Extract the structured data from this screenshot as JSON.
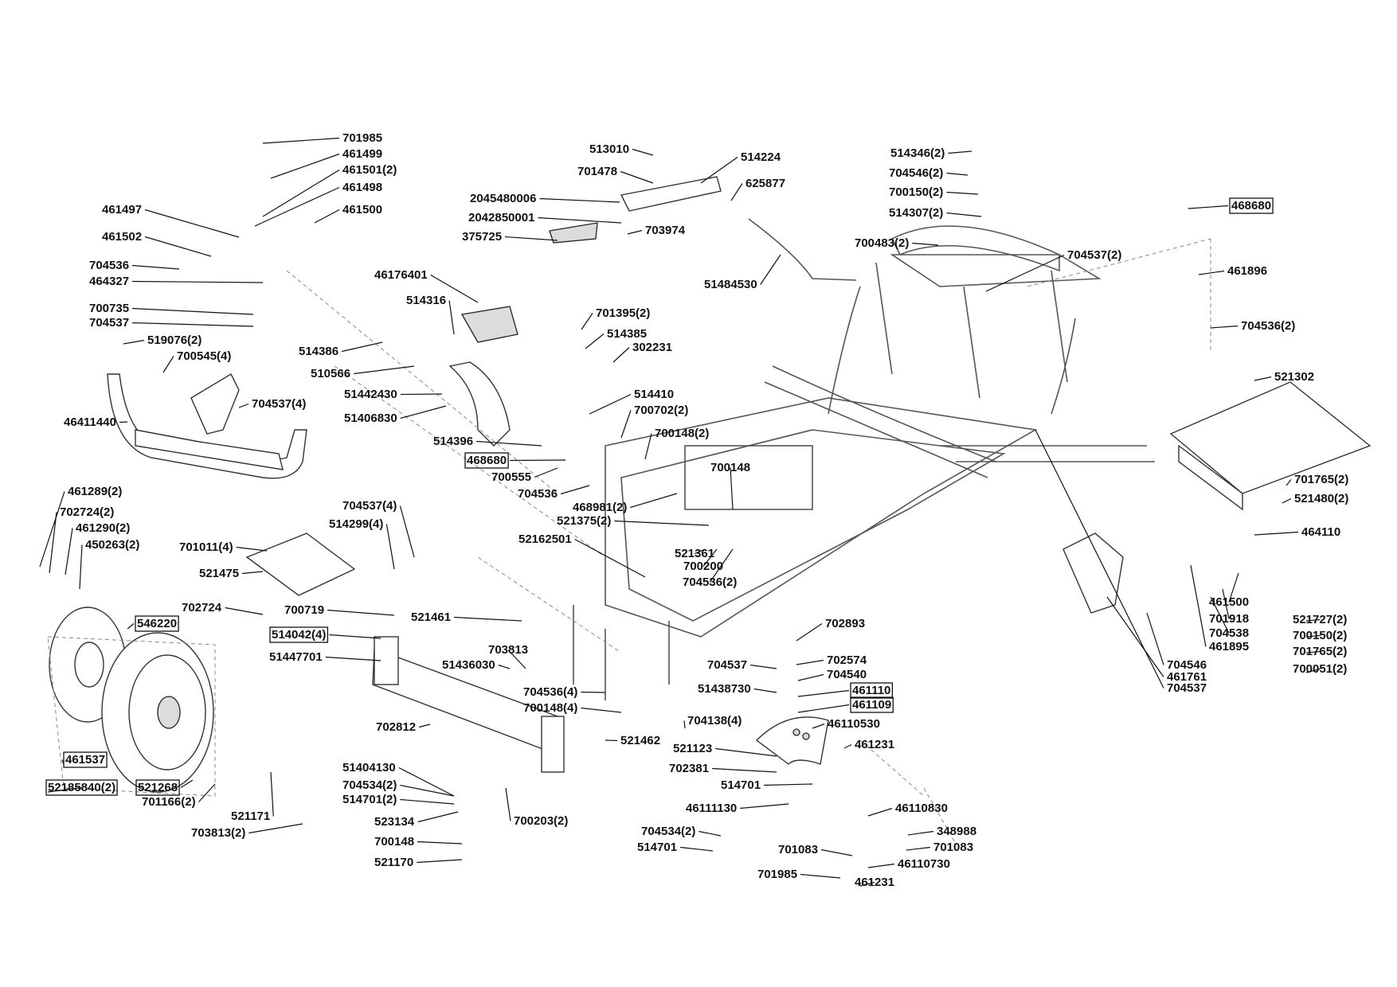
{
  "callouts": [
    {
      "text": "701985"
    },
    {
      "text": "461499"
    },
    {
      "text": "461501(2)"
    },
    {
      "text": "461498"
    },
    {
      "text": "461497"
    },
    {
      "text": "461500"
    },
    {
      "text": "461502"
    },
    {
      "text": "704536"
    },
    {
      "text": "464327"
    },
    {
      "text": "700735"
    },
    {
      "text": "704537"
    },
    {
      "text": "519076(2)"
    },
    {
      "text": "700545(4)"
    },
    {
      "text": "704537(4)"
    },
    {
      "text": "46411440"
    },
    {
      "text": "513010"
    },
    {
      "text": "514224"
    },
    {
      "text": "701478"
    },
    {
      "text": "625877"
    },
    {
      "text": "2045480006"
    },
    {
      "text": "2042850001"
    },
    {
      "text": "703974"
    },
    {
      "text": "375725"
    },
    {
      "text": "51484530"
    },
    {
      "text": "46176401"
    },
    {
      "text": "514316"
    },
    {
      "text": "514386"
    },
    {
      "text": "510566"
    },
    {
      "text": "51442430"
    },
    {
      "text": "51406830"
    },
    {
      "text": "514396"
    },
    {
      "text": "468680",
      "boxed": true
    },
    {
      "text": "700555"
    },
    {
      "text": "704536"
    },
    {
      "text": "701395(2)"
    },
    {
      "text": "514385"
    },
    {
      "text": "302231"
    },
    {
      "text": "514410"
    },
    {
      "text": "700702(2)"
    },
    {
      "text": "700148(2)"
    },
    {
      "text": "700148"
    },
    {
      "text": "468981(2)"
    },
    {
      "text": "521375(2)"
    },
    {
      "text": "52162501"
    },
    {
      "text": "521361"
    },
    {
      "text": "700200"
    },
    {
      "text": "704536(2)"
    },
    {
      "text": "514346(2)"
    },
    {
      "text": "704546(2)"
    },
    {
      "text": "700150(2)"
    },
    {
      "text": "514307(2)"
    },
    {
      "text": "700483(2)"
    },
    {
      "text": "704537(2)"
    },
    {
      "text": "468680",
      "boxed": true
    },
    {
      "text": "461896"
    },
    {
      "text": "704536(2)"
    },
    {
      "text": "521302"
    },
    {
      "text": "701765(2)"
    },
    {
      "text": "521480(2)"
    },
    {
      "text": "464110"
    },
    {
      "text": "461500"
    },
    {
      "text": "701918"
    },
    {
      "text": "704538"
    },
    {
      "text": "461895"
    },
    {
      "text": "521727(2)"
    },
    {
      "text": "700150(2)"
    },
    {
      "text": "701765(2)"
    },
    {
      "text": "700051(2)"
    },
    {
      "text": "704546"
    },
    {
      "text": "461761"
    },
    {
      "text": "704537"
    },
    {
      "text": "461289(2)"
    },
    {
      "text": "702724(2)"
    },
    {
      "text": "461290(2)"
    },
    {
      "text": "450263(2)"
    },
    {
      "text": "701011(4)"
    },
    {
      "text": "704537(4)"
    },
    {
      "text": "514299(4)"
    },
    {
      "text": "521475"
    },
    {
      "text": "702724"
    },
    {
      "text": "546220",
      "boxed": true
    },
    {
      "text": "700719"
    },
    {
      "text": "514042(4)",
      "boxed": true
    },
    {
      "text": "521461"
    },
    {
      "text": "51447701"
    },
    {
      "text": "703813"
    },
    {
      "text": "51436030"
    },
    {
      "text": "704536(4)"
    },
    {
      "text": "700148(4)"
    },
    {
      "text": "521462"
    },
    {
      "text": "702812"
    },
    {
      "text": "461537",
      "boxed": true
    },
    {
      "text": "52185840(2)",
      "boxed": true
    },
    {
      "text": "521268",
      "boxed": true
    },
    {
      "text": "701166(2)"
    },
    {
      "text": "521171"
    },
    {
      "text": "703813(2)"
    },
    {
      "text": "51404130"
    },
    {
      "text": "704534(2)"
    },
    {
      "text": "514701(2)"
    },
    {
      "text": "523134"
    },
    {
      "text": "700148"
    },
    {
      "text": "521170"
    },
    {
      "text": "700203(2)"
    },
    {
      "text": "702893"
    },
    {
      "text": "702574"
    },
    {
      "text": "704537"
    },
    {
      "text": "704540"
    },
    {
      "text": "51438730"
    },
    {
      "text": "461110",
      "boxed": true
    },
    {
      "text": "461109",
      "boxed": true
    },
    {
      "text": "704138(4)"
    },
    {
      "text": "46110530"
    },
    {
      "text": "461231"
    },
    {
      "text": "521123"
    },
    {
      "text": "702381"
    },
    {
      "text": "514701"
    },
    {
      "text": "46111130"
    },
    {
      "text": "46110830"
    },
    {
      "text": "704534(2)"
    },
    {
      "text": "348988"
    },
    {
      "text": "514701"
    },
    {
      "text": "701083"
    },
    {
      "text": "701083"
    },
    {
      "text": "46110730"
    },
    {
      "text": "701985"
    },
    {
      "text": "461231"
    }
  ]
}
